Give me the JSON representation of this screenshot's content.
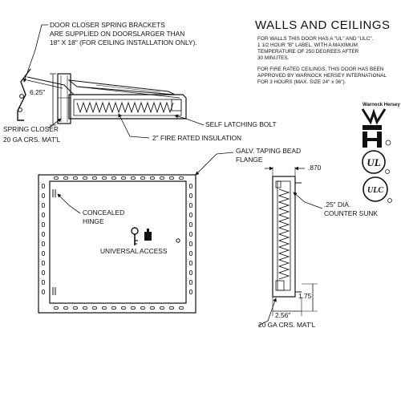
{
  "header": {
    "title": "WALLS AND CEILINGS",
    "paragraph1": [
      "FOR WALLS THIS DOOR HAS A \"UL\" AND \"ULC\".",
      "1 1/2 HOUR \"B\" LABEL, WITH A MAXIMUM",
      "TEMPERATURE OF 250 DEGREES AFTER",
      "30 MINUTES."
    ],
    "paragraph2": [
      "FOR FIRE RATED CEILINGS, THIS DOOR HAS BEEN",
      "APPROVED BY WARNOCK HERSEY INTERNATIONAL",
      "FOR 3 HOURS (MAX. SIZE 24\" x 36\")."
    ]
  },
  "callouts": {
    "door_closer_note": [
      "DOOR CLOSER SPRING BRACKETS",
      "ARE SUPPLIED ON DOORSLARGER THAN",
      "18\" X 18\" (FOR CEILING INSTALLATION ONLY)."
    ],
    "spring_closer": "SPRING CLOSER",
    "gauge_top": "20 GA CRS. MAT'L",
    "self_latching_bolt": "SELF LATCHING BOLT",
    "fire_rated_insulation": "2\" FIRE RATED INSULATION",
    "galv_flange": [
      "GALV. TAPING BEAD",
      "FLANGE"
    ],
    "concealed_hinge": [
      "CONCEALED",
      "HINGE"
    ],
    "universal_access": "UNIVERSAL ACCESS",
    "counter_sunk": [
      ".25\" DIA.",
      "COUNTER SUNK"
    ],
    "gauge_bottom": "20 GA CRS. MAT'L"
  },
  "dimensions": {
    "height_dim": "6.25\"",
    "flange_dim": ".870",
    "depth_dim": "1.75",
    "width_dim": "2.56\""
  },
  "logos": {
    "warnock_label": "Warnock Hersey",
    "ul_mark": "UL",
    "ulc_mark": "ULC",
    "icon_names": [
      "warnock-hersey-logo-icon",
      "ul-listing-icon",
      "ulc-listing-icon"
    ]
  },
  "colors": {
    "ink": "#111111",
    "paper": "#ffffff"
  }
}
